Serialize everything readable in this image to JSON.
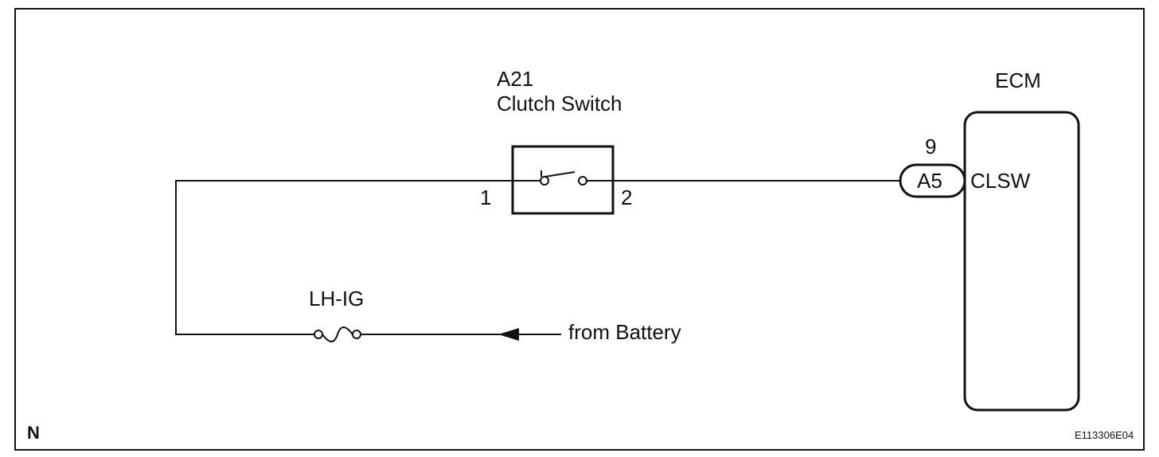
{
  "switch": {
    "code": "A21",
    "name": "Clutch Switch",
    "pin_left": "1",
    "pin_right": "2"
  },
  "ecm": {
    "title": "ECM",
    "pin_number": "9",
    "connector": "A5",
    "terminal": "CLSW"
  },
  "fuse": {
    "name": "LH-IG"
  },
  "source": {
    "label": "from Battery"
  },
  "corner": {
    "left": "N",
    "right": "E113306E04"
  },
  "colors": {
    "line": "#111111",
    "background": "#ffffff"
  }
}
